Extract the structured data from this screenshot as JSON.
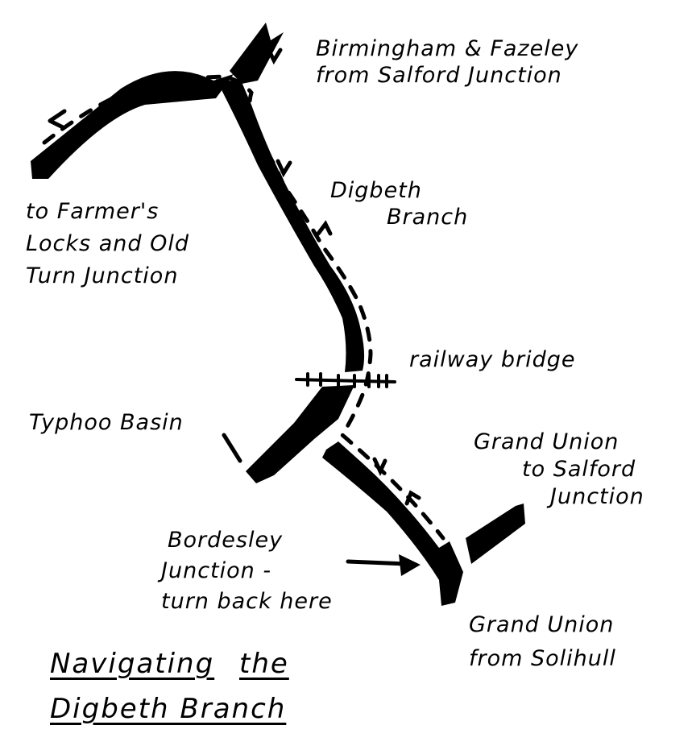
{
  "colors": {
    "canal": "#000000",
    "background": "#ffffff"
  },
  "labels": {
    "birmingham_fazeley": [
      "Birmingham & Fazeley",
      "from Salford Junction"
    ],
    "farmers_locks": [
      "to Farmer's",
      "Locks and Old",
      "Turn Junction"
    ],
    "digbeth_branch": [
      "Digbeth",
      "Branch"
    ],
    "railway_bridge": "railway bridge",
    "typhoo_basin": "Typhoo Basin",
    "grand_union_to_salford": [
      "Grand Union",
      "to Salford",
      "Junction"
    ],
    "bordesley_junction": [
      "Bordesley",
      "Junction -",
      "turn back here"
    ],
    "grand_union_from_solihull": [
      "Grand Union",
      "from Solihull"
    ]
  },
  "title": {
    "line1": [
      "Navigating",
      "the"
    ],
    "line2": [
      "Digbeth Branch"
    ]
  },
  "icons": {
    "route_arrow": "dashed-route-arrow",
    "pointer_arrow": "arrow-right",
    "railway": "railway-track"
  }
}
